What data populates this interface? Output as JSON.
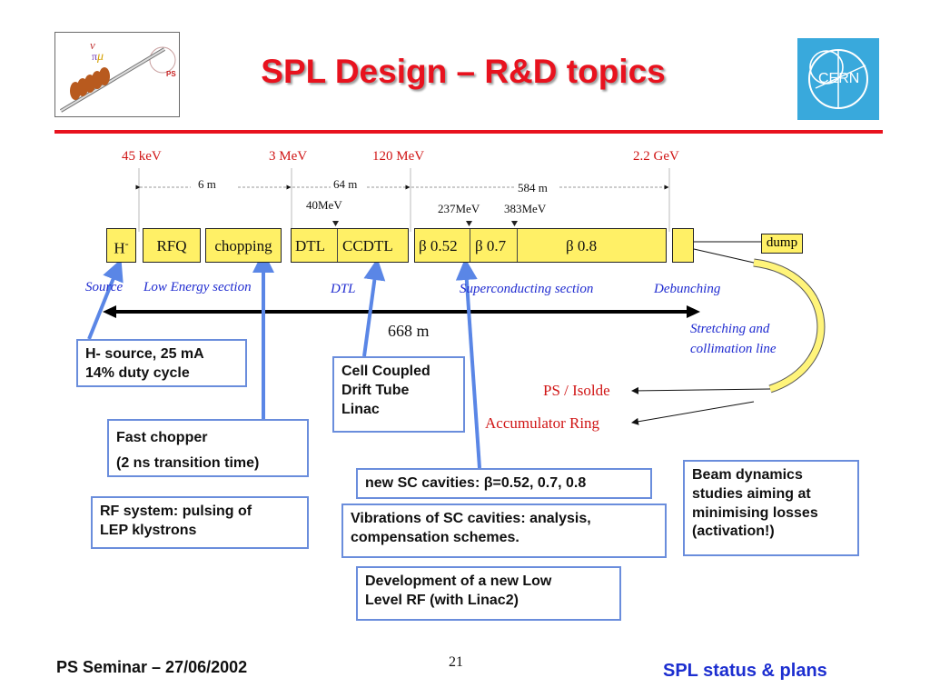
{
  "title": "SPL Design – R&D topics",
  "energies": {
    "e1": "45 keV",
    "e2": "3 MeV",
    "e3": "120 MeV",
    "e4": "2.2 GeV"
  },
  "lengths": {
    "l1": "6 m",
    "l2": "64 m",
    "l3": "584 m",
    "total": "668 m"
  },
  "markers": {
    "m40": "40MeV",
    "m237": "237MeV",
    "m383": "383MeV"
  },
  "blocks": {
    "h_minus": "H",
    "h_sup": "-",
    "rfq": "RFQ",
    "chopping": "chopping",
    "dtl": "DTL",
    "ccdtl": "CCDTL",
    "b052": "β 0.52",
    "b07": "β 0.7",
    "b08": "β 0.8",
    "dump": "dump"
  },
  "sections": {
    "source": "Source",
    "low_energy": "Low Energy section",
    "dtl": "DTL",
    "superconducting": "Superconducting section",
    "debunching": "Debunching",
    "stretching_line1": "Stretching and",
    "stretching_line2": "collimation line"
  },
  "destinations": {
    "ps_isolde": "PS / Isolde",
    "accumulator": "Accumulator Ring"
  },
  "boxes": {
    "hsource_l1": "H- source, 25 mA",
    "hsource_l2": "14% duty cycle",
    "chopper_l1": "Fast chopper",
    "chopper_l2": "(2 ns transition time)",
    "rf_l1": "RF system: pulsing of",
    "rf_l2": "LEP klystrons",
    "ccdtl_l1": "Cell Coupled",
    "ccdtl_l2": "Drift Tube",
    "ccdtl_l3": "Linac",
    "sc_cav": "new SC cavities: β=0.52, 0.7, 0.8",
    "vib_l1": "Vibrations of SC cavities: analysis,",
    "vib_l2": "compensation schemes.",
    "llrf_l1": "Development of a new Low",
    "llrf_l2": "Level RF (with Linac2)",
    "beam_l1": "Beam dynamics",
    "beam_l2": "studies aiming at",
    "beam_l3": "minimising losses",
    "beam_l4": "(activation!)"
  },
  "footer": {
    "left": "PS Seminar – 27/06/2002",
    "page": "21",
    "right": "SPL status & plans"
  },
  "logos": {
    "ps_text": "PS",
    "cern_text": "CERN"
  },
  "colors": {
    "title_red": "#e8121e",
    "block_yellow": "#fff066",
    "box_border": "#6a8ddc",
    "arrow_blue": "#5a86e6",
    "footer_blue": "#1c2ed0"
  }
}
